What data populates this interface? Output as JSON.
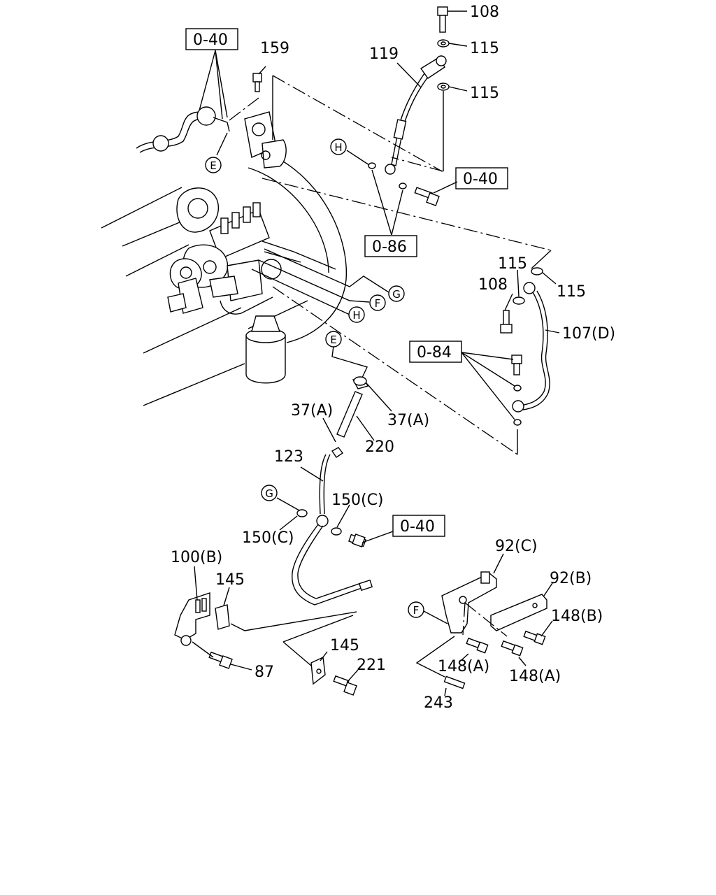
{
  "labels": {
    "l108a": "108",
    "l115a": "115",
    "l119": "119",
    "l115b": "115",
    "l159": "159",
    "l115c": "115",
    "l115d": "115",
    "l108b": "108",
    "l107d": "107(D)",
    "l37a1": "37(A)",
    "l37a2": "37(A)",
    "l220": "220",
    "l123": "123",
    "l150c1": "150(C)",
    "l150c2": "150(C)",
    "l100b": "100(B)",
    "l145a": "145",
    "l87": "87",
    "l145b": "145",
    "l221": "221",
    "l92c": "92(C)",
    "l92b": "92(B)",
    "l148b": "148(B)",
    "l148a1": "148(A)",
    "l148a2": "148(A)",
    "l243": "243"
  },
  "refs": {
    "r040a": "0-40",
    "r040b": "0-40",
    "r086": "0-86",
    "r084": "0-84",
    "r040c": "0-40"
  },
  "circles": {
    "cE1": "E",
    "cH1": "H",
    "cG": "G",
    "cF1": "F",
    "cH2": "H",
    "cE2": "E",
    "cG2": "G",
    "cF2": "F"
  }
}
